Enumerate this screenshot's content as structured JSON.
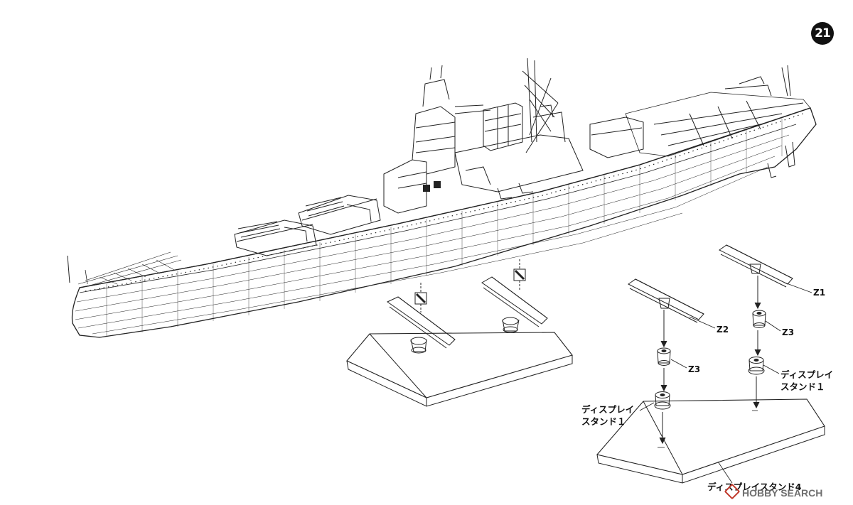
{
  "step_number": "21",
  "labels": {
    "z1": "Z1",
    "z2": "Z2",
    "z3_upper": "Z3",
    "z3_lower": "Z3",
    "stand1_right_line1": "ディスプレイ",
    "stand1_right_line2": "スタンド１",
    "stand1_left_line1": "ディスプレイ",
    "stand1_left_line2": "スタンド１",
    "stand4": "ディスプレイスタンド4"
  },
  "watermark": {
    "brand": "HOBBY SEARCH",
    "icon": "hobby-search-logo-icon"
  },
  "colors": {
    "line": "#222222",
    "paper": "#ffffff",
    "badge": "#111111",
    "watermark": "#6f6f6f"
  }
}
